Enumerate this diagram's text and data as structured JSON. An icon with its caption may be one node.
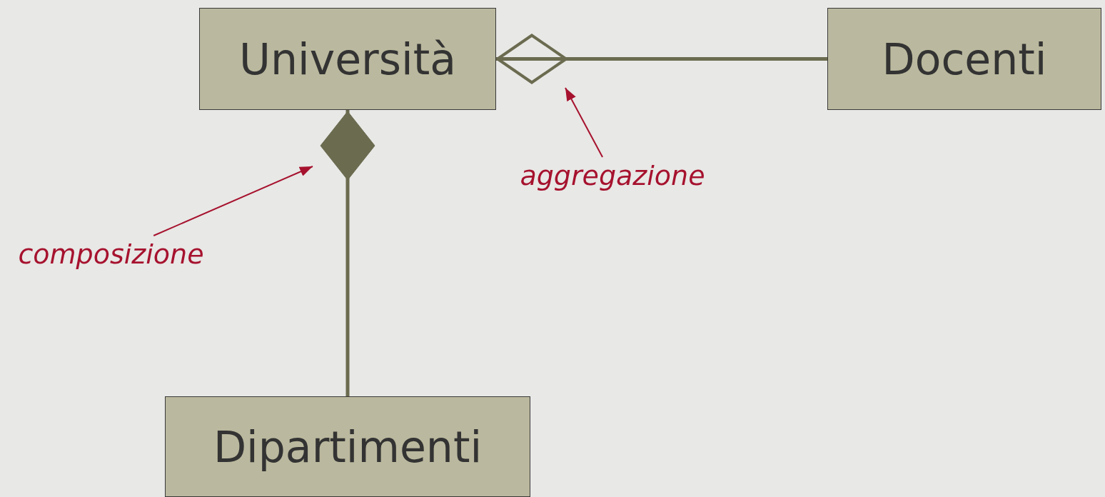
{
  "diagram": {
    "nodes": [
      {
        "text": [
          "Università"
        ]
      },
      {
        "text": [
          "Docenti"
        ]
      },
      {
        "text": [
          "Dipartimenti"
        ]
      },
      {
        "text": [
          "composizione"
        ]
      },
      {
        "text": [
          "aggregazione"
        ]
      }
    ],
    "edges": [
      {
        "from": 1,
        "to": 0,
        "arrow": "other",
        "style": "thick"
      },
      {
        "from": 2,
        "to": 0,
        "arrow": "other",
        "style": "thick"
      },
      {
        "from": 3,
        "to": null,
        "arrow": "to",
        "color": "#a6122e"
      },
      {
        "from": 4,
        "to": null,
        "arrow": "to",
        "color": "#a6122e"
      }
    ]
  }
}
